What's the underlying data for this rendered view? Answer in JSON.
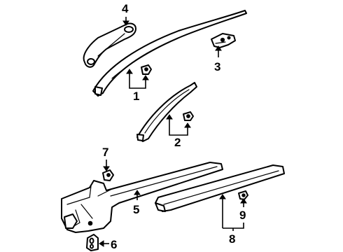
{
  "diagram": {
    "callouts": [
      {
        "id": "4",
        "label": "4"
      },
      {
        "id": "3",
        "label": "3"
      },
      {
        "id": "1",
        "label": "1"
      },
      {
        "id": "2",
        "label": "2"
      },
      {
        "id": "7",
        "label": "7"
      },
      {
        "id": "5",
        "label": "5"
      },
      {
        "id": "9",
        "label": "9"
      },
      {
        "id": "8",
        "label": "8"
      },
      {
        "id": "6",
        "label": "6"
      }
    ]
  }
}
